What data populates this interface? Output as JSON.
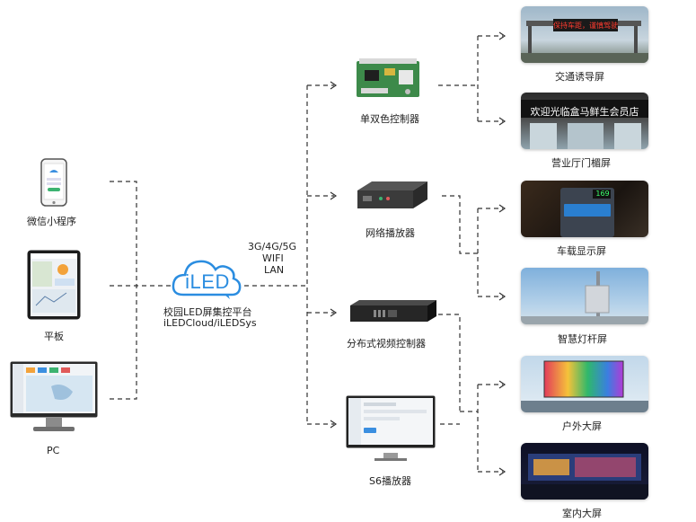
{
  "sources": {
    "miniprogram": "微信小程序",
    "tablet": "平板",
    "pc": "PC"
  },
  "platform": {
    "logo_text": "iLED",
    "title": "校园LED屏集控平台",
    "subtitle": "iLEDCloud/iLEDSys",
    "network_lines": [
      "3G/4G/5G",
      "WIFI",
      "LAN"
    ]
  },
  "controllers": {
    "dual_color": "单双色控制器",
    "network_player": "网络播放器",
    "distributed": "分布式视频控制器",
    "s6": "S6播放器"
  },
  "screens": {
    "traffic": "交通诱导屏",
    "storefront": "营业厅门楣屏",
    "vehicle": "车载显示屏",
    "pole": "智慧灯杆屏",
    "outdoor": "户外大屏",
    "indoor": "室内大屏"
  },
  "photo_text": {
    "traffic_sign": "保持车距，谨慎驾驶",
    "store_sign": "欢迎光临盒马鲜生会员店",
    "vehicle_number": "169"
  },
  "colors": {
    "line": "#333333",
    "cloud": "#2b8de0"
  }
}
